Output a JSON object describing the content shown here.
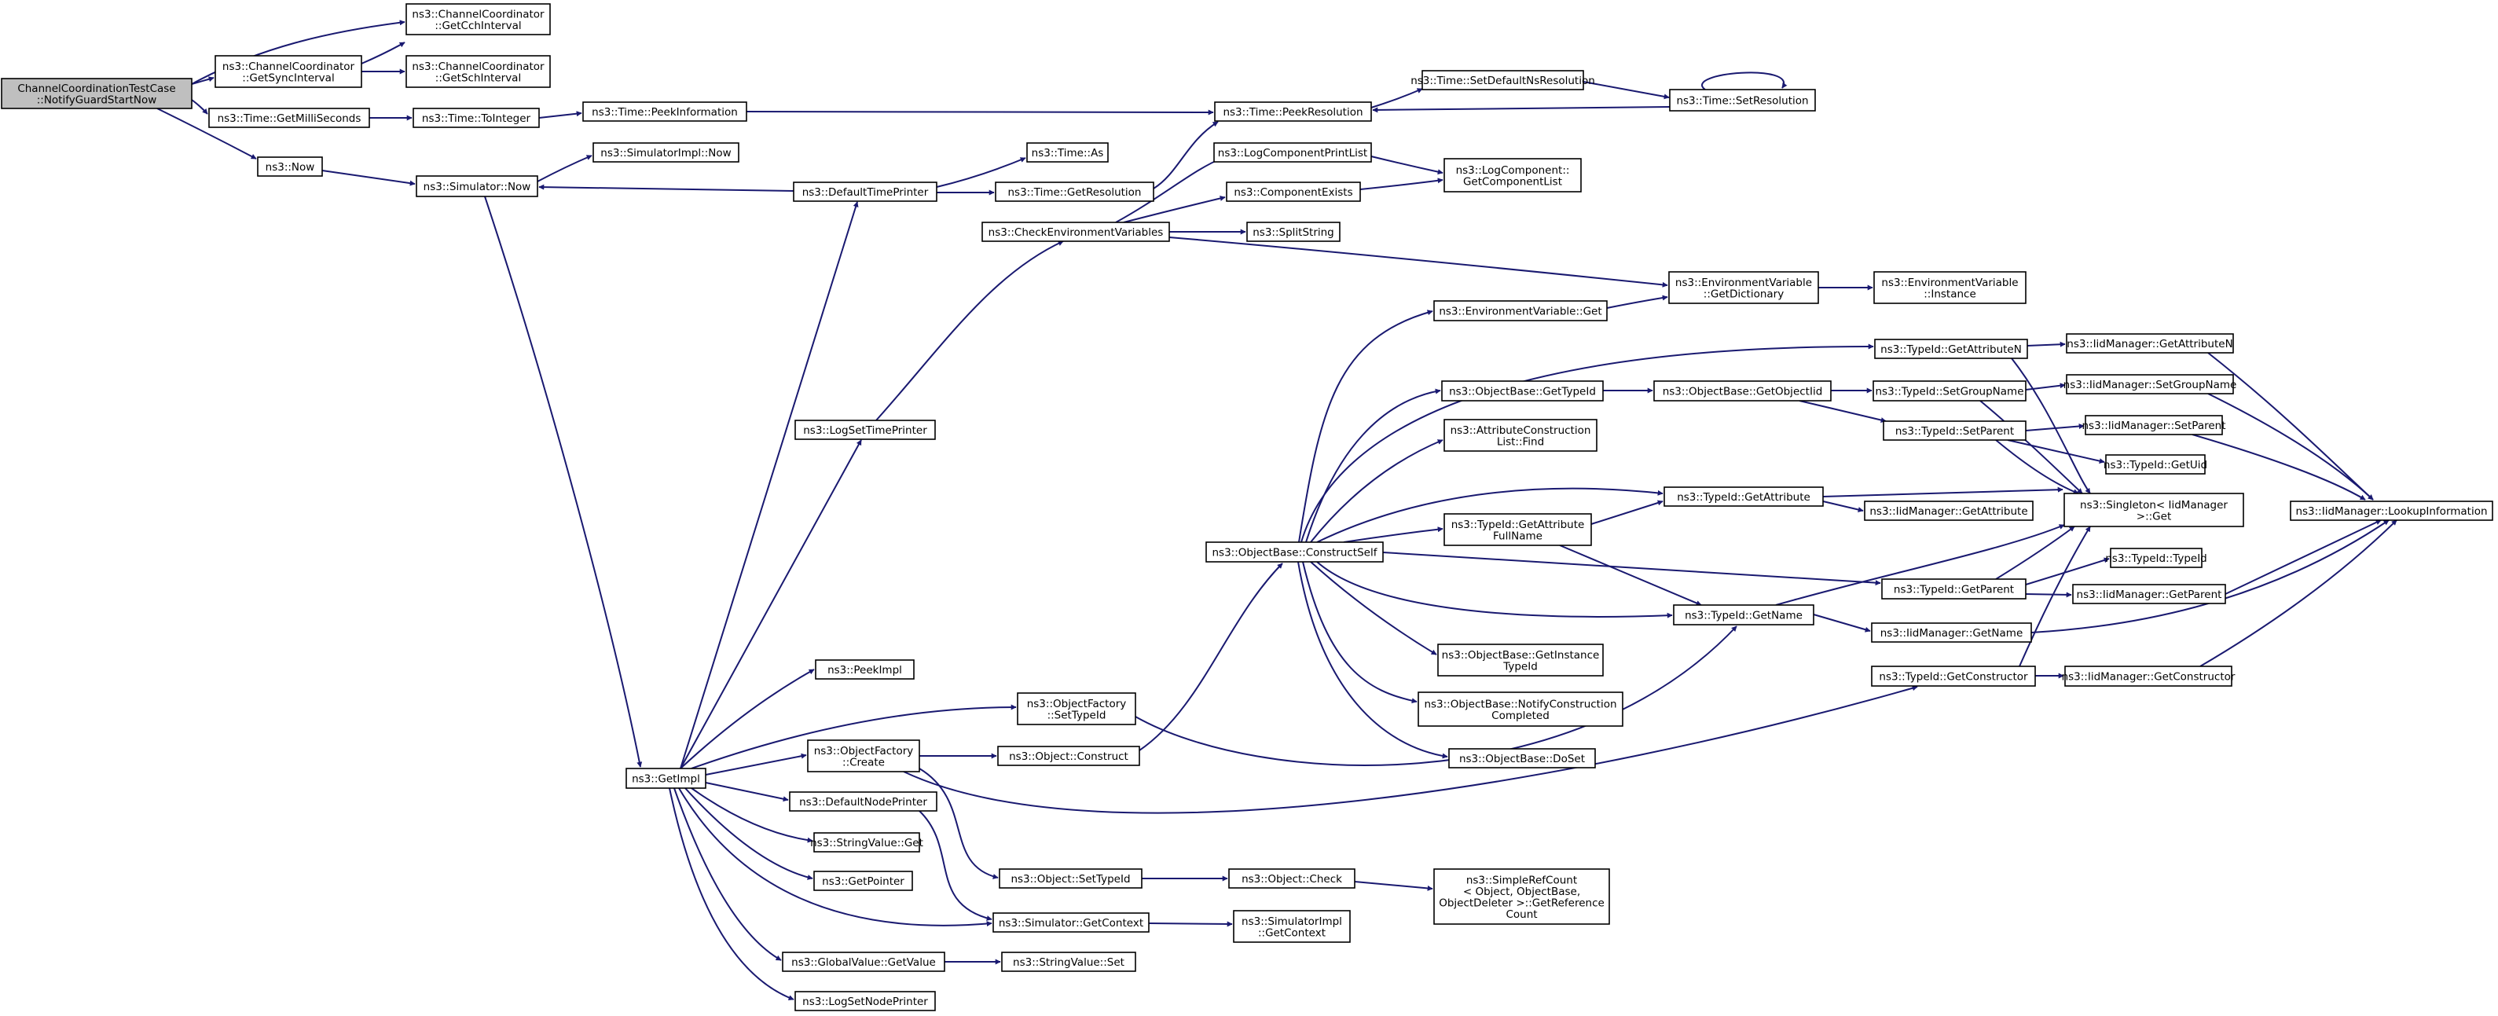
{
  "graph": {
    "title": "",
    "colors": {
      "edge": "#191970",
      "root_fill": "#bfbfbf",
      "node_fill": "#ffffff",
      "node_border": "#000000"
    },
    "nodes": [
      {
        "id": "root",
        "lines": [
          "ChannelCoordinationTestCase",
          "::NotifyGuardStartNow"
        ],
        "root": true
      },
      {
        "id": "getcch",
        "lines": [
          "ns3::ChannelCoordinator",
          "::GetCchInterval"
        ]
      },
      {
        "id": "getsync",
        "lines": [
          "ns3::ChannelCoordinator",
          "::GetSyncInterval"
        ]
      },
      {
        "id": "getsch",
        "lines": [
          "ns3::ChannelCoordinator",
          "::GetSchInterval"
        ]
      },
      {
        "id": "getms",
        "lines": [
          "ns3::Time::GetMilliSeconds"
        ]
      },
      {
        "id": "toint",
        "lines": [
          "ns3::Time::ToInteger"
        ]
      },
      {
        "id": "peekinfo",
        "lines": [
          "ns3::Time::PeekInformation"
        ]
      },
      {
        "id": "peekres",
        "lines": [
          "ns3::Time::PeekResolution"
        ]
      },
      {
        "id": "setdefres",
        "lines": [
          "ns3::Time::SetDefaultNsResolution"
        ]
      },
      {
        "id": "setres",
        "lines": [
          "ns3::Time::SetResolution"
        ]
      },
      {
        "id": "now",
        "lines": [
          "ns3::Now"
        ]
      },
      {
        "id": "simimplnow",
        "lines": [
          "ns3::SimulatorImpl::Now"
        ]
      },
      {
        "id": "simnow",
        "lines": [
          "ns3::Simulator::Now"
        ]
      },
      {
        "id": "deftp",
        "lines": [
          "ns3::DefaultTimePrinter"
        ]
      },
      {
        "id": "timeas",
        "lines": [
          "ns3::Time::As"
        ]
      },
      {
        "id": "getres",
        "lines": [
          "ns3::Time::GetResolution"
        ]
      },
      {
        "id": "lcpl",
        "lines": [
          "ns3::LogComponentPrintList"
        ]
      },
      {
        "id": "compexists",
        "lines": [
          "ns3::ComponentExists"
        ]
      },
      {
        "id": "lcgetlist",
        "lines": [
          "ns3::LogComponent::",
          "GetComponentList"
        ]
      },
      {
        "id": "checkenv",
        "lines": [
          "ns3::CheckEnvironmentVariables"
        ]
      },
      {
        "id": "splitstr",
        "lines": [
          "ns3::SplitString"
        ]
      },
      {
        "id": "envgetdict",
        "lines": [
          "ns3::EnvironmentVariable",
          "::GetDictionary"
        ]
      },
      {
        "id": "envinst",
        "lines": [
          "ns3::EnvironmentVariable",
          "::Instance"
        ]
      },
      {
        "id": "envget",
        "lines": [
          "ns3::EnvironmentVariable::Get"
        ]
      },
      {
        "id": "logsettp",
        "lines": [
          "ns3::LogSetTimePrinter"
        ]
      },
      {
        "id": "tidgetattrn",
        "lines": [
          "ns3::TypeId::GetAttributeN"
        ]
      },
      {
        "id": "iidgetattrn",
        "lines": [
          "ns3::IidManager::GetAttributeN"
        ]
      },
      {
        "id": "obgettid",
        "lines": [
          "ns3::ObjectBase::GetTypeId"
        ]
      },
      {
        "id": "obgetoid",
        "lines": [
          "ns3::ObjectBase::GetObjectIid"
        ]
      },
      {
        "id": "tidsetgroup",
        "lines": [
          "ns3::TypeId::SetGroupName"
        ]
      },
      {
        "id": "iidsetgroup",
        "lines": [
          "ns3::IidManager::SetGroupName"
        ]
      },
      {
        "id": "acfind",
        "lines": [
          "ns3::AttributeConstruction",
          "List::Find"
        ]
      },
      {
        "id": "tidsetparent",
        "lines": [
          "ns3::TypeId::SetParent"
        ]
      },
      {
        "id": "iidsetparent",
        "lines": [
          "ns3::IidManager::SetParent"
        ]
      },
      {
        "id": "tidgetuid",
        "lines": [
          "ns3::TypeId::GetUid"
        ]
      },
      {
        "id": "tidgetattr",
        "lines": [
          "ns3::TypeId::GetAttribute"
        ]
      },
      {
        "id": "iidgetattr",
        "lines": [
          "ns3::IidManager::GetAttribute"
        ]
      },
      {
        "id": "singleton",
        "lines": [
          "ns3::Singleton< IidManager",
          ">::Get"
        ]
      },
      {
        "id": "lookup",
        "lines": [
          "ns3::IidManager::LookupInformation"
        ]
      },
      {
        "id": "tidgafn",
        "lines": [
          "ns3::TypeId::GetAttribute",
          "FullName"
        ]
      },
      {
        "id": "obconstruct",
        "lines": [
          "ns3::ObjectBase::ConstructSelf"
        ]
      },
      {
        "id": "tidtid",
        "lines": [
          "ns3::TypeId::TypeId"
        ]
      },
      {
        "id": "tidgetparent",
        "lines": [
          "ns3::TypeId::GetParent"
        ]
      },
      {
        "id": "iidgetparent",
        "lines": [
          "ns3::IidManager::GetParent"
        ]
      },
      {
        "id": "tidgetname",
        "lines": [
          "ns3::TypeId::GetName"
        ]
      },
      {
        "id": "iidgetname",
        "lines": [
          "ns3::IidManager::GetName"
        ]
      },
      {
        "id": "obgetinst",
        "lines": [
          "ns3::ObjectBase::GetInstance",
          "TypeId"
        ]
      },
      {
        "id": "peekimpl",
        "lines": [
          "ns3::PeekImpl"
        ]
      },
      {
        "id": "tidgetctor",
        "lines": [
          "ns3::TypeId::GetConstructor"
        ]
      },
      {
        "id": "iidgetctor",
        "lines": [
          "ns3::IidManager::GetConstructor"
        ]
      },
      {
        "id": "ofsettid",
        "lines": [
          "ns3::ObjectFactory",
          "::SetTypeId"
        ]
      },
      {
        "id": "obnotify",
        "lines": [
          "ns3::ObjectBase::NotifyConstruction",
          "Completed"
        ]
      },
      {
        "id": "ofcreate",
        "lines": [
          "ns3::ObjectFactory",
          "::Create"
        ]
      },
      {
        "id": "objconstruct",
        "lines": [
          "ns3::Object::Construct"
        ]
      },
      {
        "id": "obdoset",
        "lines": [
          "ns3::ObjectBase::DoSet"
        ]
      },
      {
        "id": "getimpl",
        "lines": [
          "ns3::GetImpl"
        ]
      },
      {
        "id": "defnp",
        "lines": [
          "ns3::DefaultNodePrinter"
        ]
      },
      {
        "id": "svget",
        "lines": [
          "ns3::StringValue::Get"
        ]
      },
      {
        "id": "objsettid",
        "lines": [
          "ns3::Object::SetTypeId"
        ]
      },
      {
        "id": "objcheck",
        "lines": [
          "ns3::Object::Check"
        ]
      },
      {
        "id": "simplerc",
        "lines": [
          "ns3::SimpleRefCount",
          "< Object, ObjectBase,",
          "ObjectDeleter >::GetReference",
          "Count"
        ]
      },
      {
        "id": "getpointer",
        "lines": [
          "ns3::GetPointer"
        ]
      },
      {
        "id": "simgetctx",
        "lines": [
          "ns3::Simulator::GetContext"
        ]
      },
      {
        "id": "simimplctx",
        "lines": [
          "ns3::SimulatorImpl",
          "::GetContext"
        ]
      },
      {
        "id": "gvgetval",
        "lines": [
          "ns3::GlobalValue::GetValue"
        ]
      },
      {
        "id": "svset",
        "lines": [
          "ns3::StringValue::Set"
        ]
      },
      {
        "id": "logsetnp",
        "lines": [
          "ns3::LogSetNodePrinter"
        ]
      }
    ]
  }
}
